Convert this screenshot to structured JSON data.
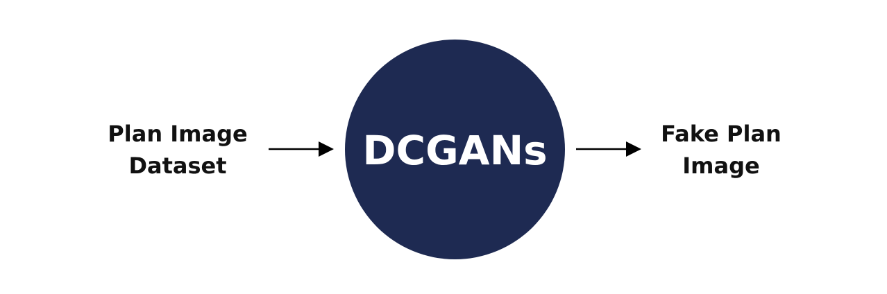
{
  "diagram": {
    "input": {
      "lines": [
        "Plan Image",
        "Dataset"
      ]
    },
    "model": {
      "label": "DCGANs",
      "fill_color": "#1e2a52"
    },
    "output": {
      "lines": [
        "Fake Plan",
        "Image"
      ]
    },
    "arrow_color": "#000000",
    "text_color": "#111111"
  }
}
